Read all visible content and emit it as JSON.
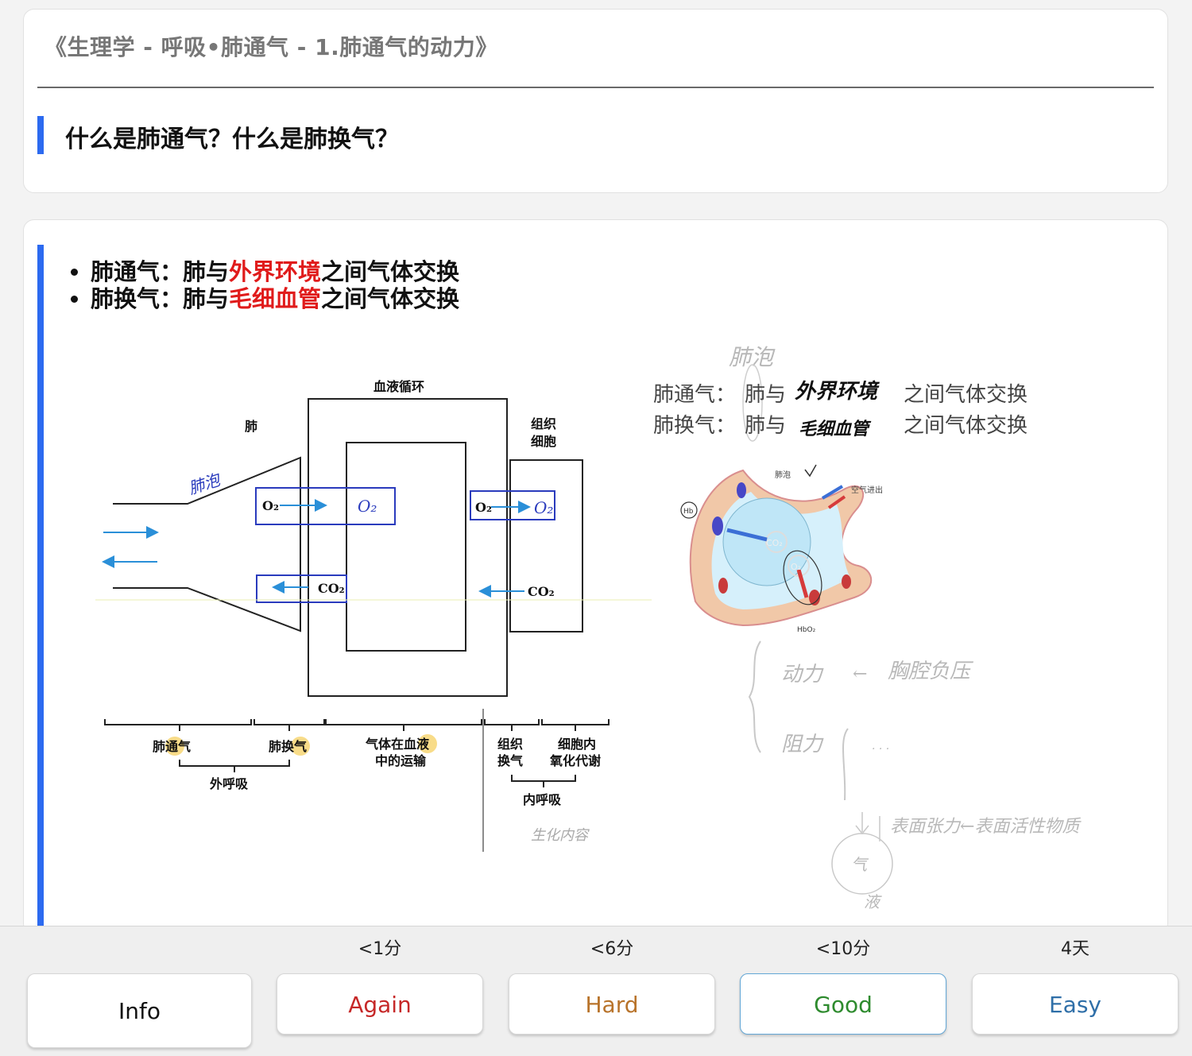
{
  "question_card": {
    "deck_path": "《生理学 - 呼吸•肺通气 - 1.肺通气的动力》",
    "question": "什么是肺通气？什么是肺换气？"
  },
  "answer": {
    "items": [
      {
        "prefix": "肺通气：肺与",
        "highlight": "外界环境",
        "suffix": "之间气体交换"
      },
      {
        "prefix": "肺换气：肺与",
        "highlight": "毛细血管",
        "suffix": "之间气体交换"
      }
    ],
    "diagram": {
      "blood_circulation": "血液循环",
      "lung": "肺",
      "tissue_cell_line1": "组织",
      "tissue_cell_line2": "细胞",
      "o2": "O₂",
      "co2": "CO₂",
      "hand_alveoli": "肺泡",
      "hand_o2": "O₂",
      "stage_ventilation": "肺通气",
      "stage_exchange": "肺换气",
      "stage_transport_line1": "气体在血液",
      "stage_transport_line2": "中的运输",
      "stage_tissue_line1": "组织",
      "stage_tissue_line2": "换气",
      "stage_cell_line1": "细胞内",
      "stage_cell_line2": "氧化代谢",
      "external_respiration": "外呼吸",
      "internal_respiration": "内呼吸",
      "hand_physiology": "生化内容"
    },
    "notes": {
      "alveoli_top": "肺泡",
      "vent_label": "肺通气：",
      "vent_mid": "肺与",
      "vent_hand": "外界环境",
      "vent_end": "之间气体交换",
      "exch_label": "肺换气：",
      "exch_mid": "肺与",
      "exch_hand": "毛细血管",
      "exch_end": "之间气体交换",
      "alv_label": "肺泡",
      "air_out": "空气进出",
      "hb": "Hb",
      "co2": "CO₂",
      "o2": "O₂",
      "hbo2": "HbO₂",
      "power": "动力",
      "power_arrow": "←",
      "negative_pressure": "胸腔负压",
      "resistance": "阻力",
      "resistance_dots": "· · ·",
      "surface_tension": "表面张力←表面活性物质",
      "gas": "气",
      "liquid": "液"
    }
  },
  "answer_buttons": [
    {
      "key": "info",
      "label": "Info",
      "interval": "",
      "color": "#111111"
    },
    {
      "key": "again",
      "label": "Again",
      "interval": "<1分",
      "color": "#c62828"
    },
    {
      "key": "hard",
      "label": "Hard",
      "interval": "<6分",
      "color": "#b8732a"
    },
    {
      "key": "good",
      "label": "Good",
      "interval": "<10分",
      "color": "#2e8b2e"
    },
    {
      "key": "easy",
      "label": "Easy",
      "interval": "4天",
      "color": "#2f6fa8"
    }
  ]
}
